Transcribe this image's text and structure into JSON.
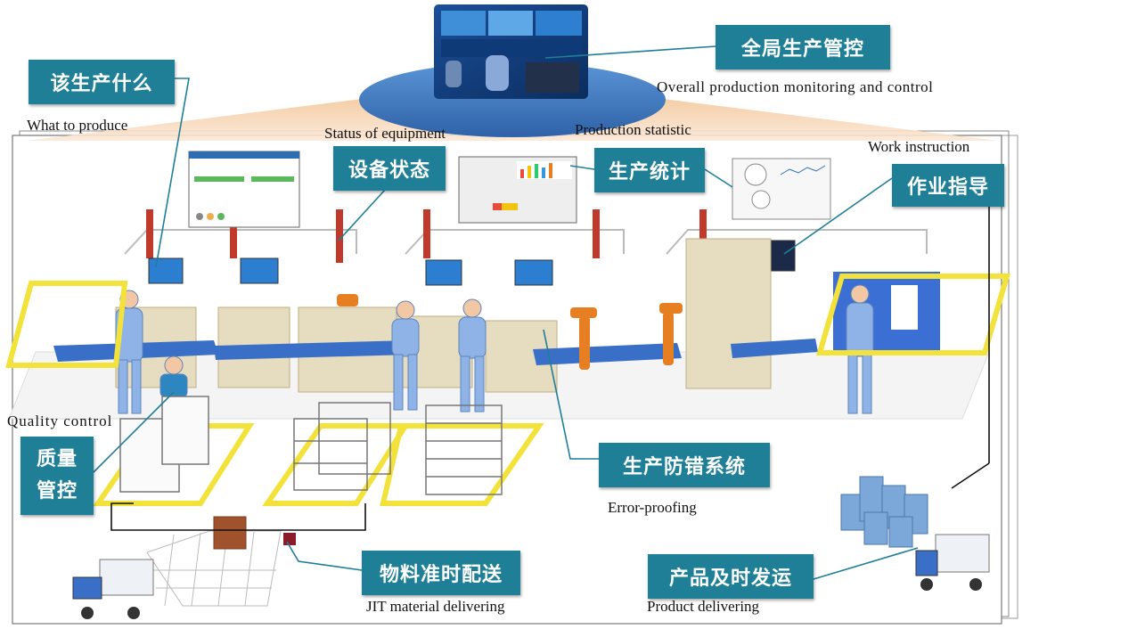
{
  "tags": {
    "overall": "全局生产管控",
    "what_to_produce": "该生产什么",
    "equipment_status": "设备状态",
    "production_stats": "生产统计",
    "work_instruction": "作业指导",
    "quality_line1": "质量",
    "quality_line2": "管控",
    "error_proofing": "生产防错系统",
    "jit_delivery": "物料准时配送",
    "product_delivery": "产品及时发运"
  },
  "english": {
    "overall": "Overall production monitoring and control",
    "what_to_produce": "What to produce",
    "equipment_status": "Status of equipment",
    "production_stats": "Production statistic",
    "work_instruction": "Work instruction",
    "quality": "Quality control",
    "error_proofing": "Error-proofing",
    "jit_delivery": "JIT material delivering",
    "product_delivery": "Product delivering"
  },
  "colors": {
    "tag_background": "#1f7f97",
    "floor_highlight": "#f2e23a",
    "conveyor": "#3a6fc8",
    "worker_uniform": "#8fb3e6",
    "control_room_ellipse": "#3f7dc8",
    "beam_fill": "#f7d9b8"
  }
}
